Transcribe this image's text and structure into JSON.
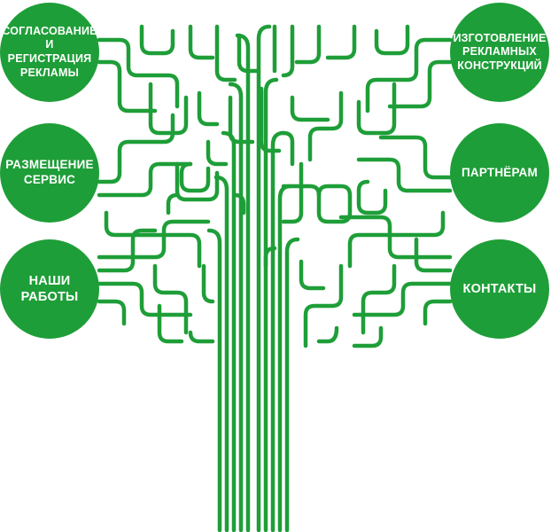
{
  "theme": {
    "accent": "#1e9e38",
    "background": "#ffffff",
    "label_color": "#ffffff"
  },
  "nav": {
    "left": [
      {
        "label": "Согласование\nи регистрация\nрекламы"
      },
      {
        "label": "Размещение\nсервис"
      },
      {
        "label": "Наши\nработы"
      }
    ],
    "right": [
      {
        "label": "Изготовление\nрекламных\nконструкций"
      },
      {
        "label": "Партнёрам"
      },
      {
        "label": "Контакты"
      }
    ]
  },
  "decor": {
    "tree_icon": "circuit-tree-icon"
  }
}
